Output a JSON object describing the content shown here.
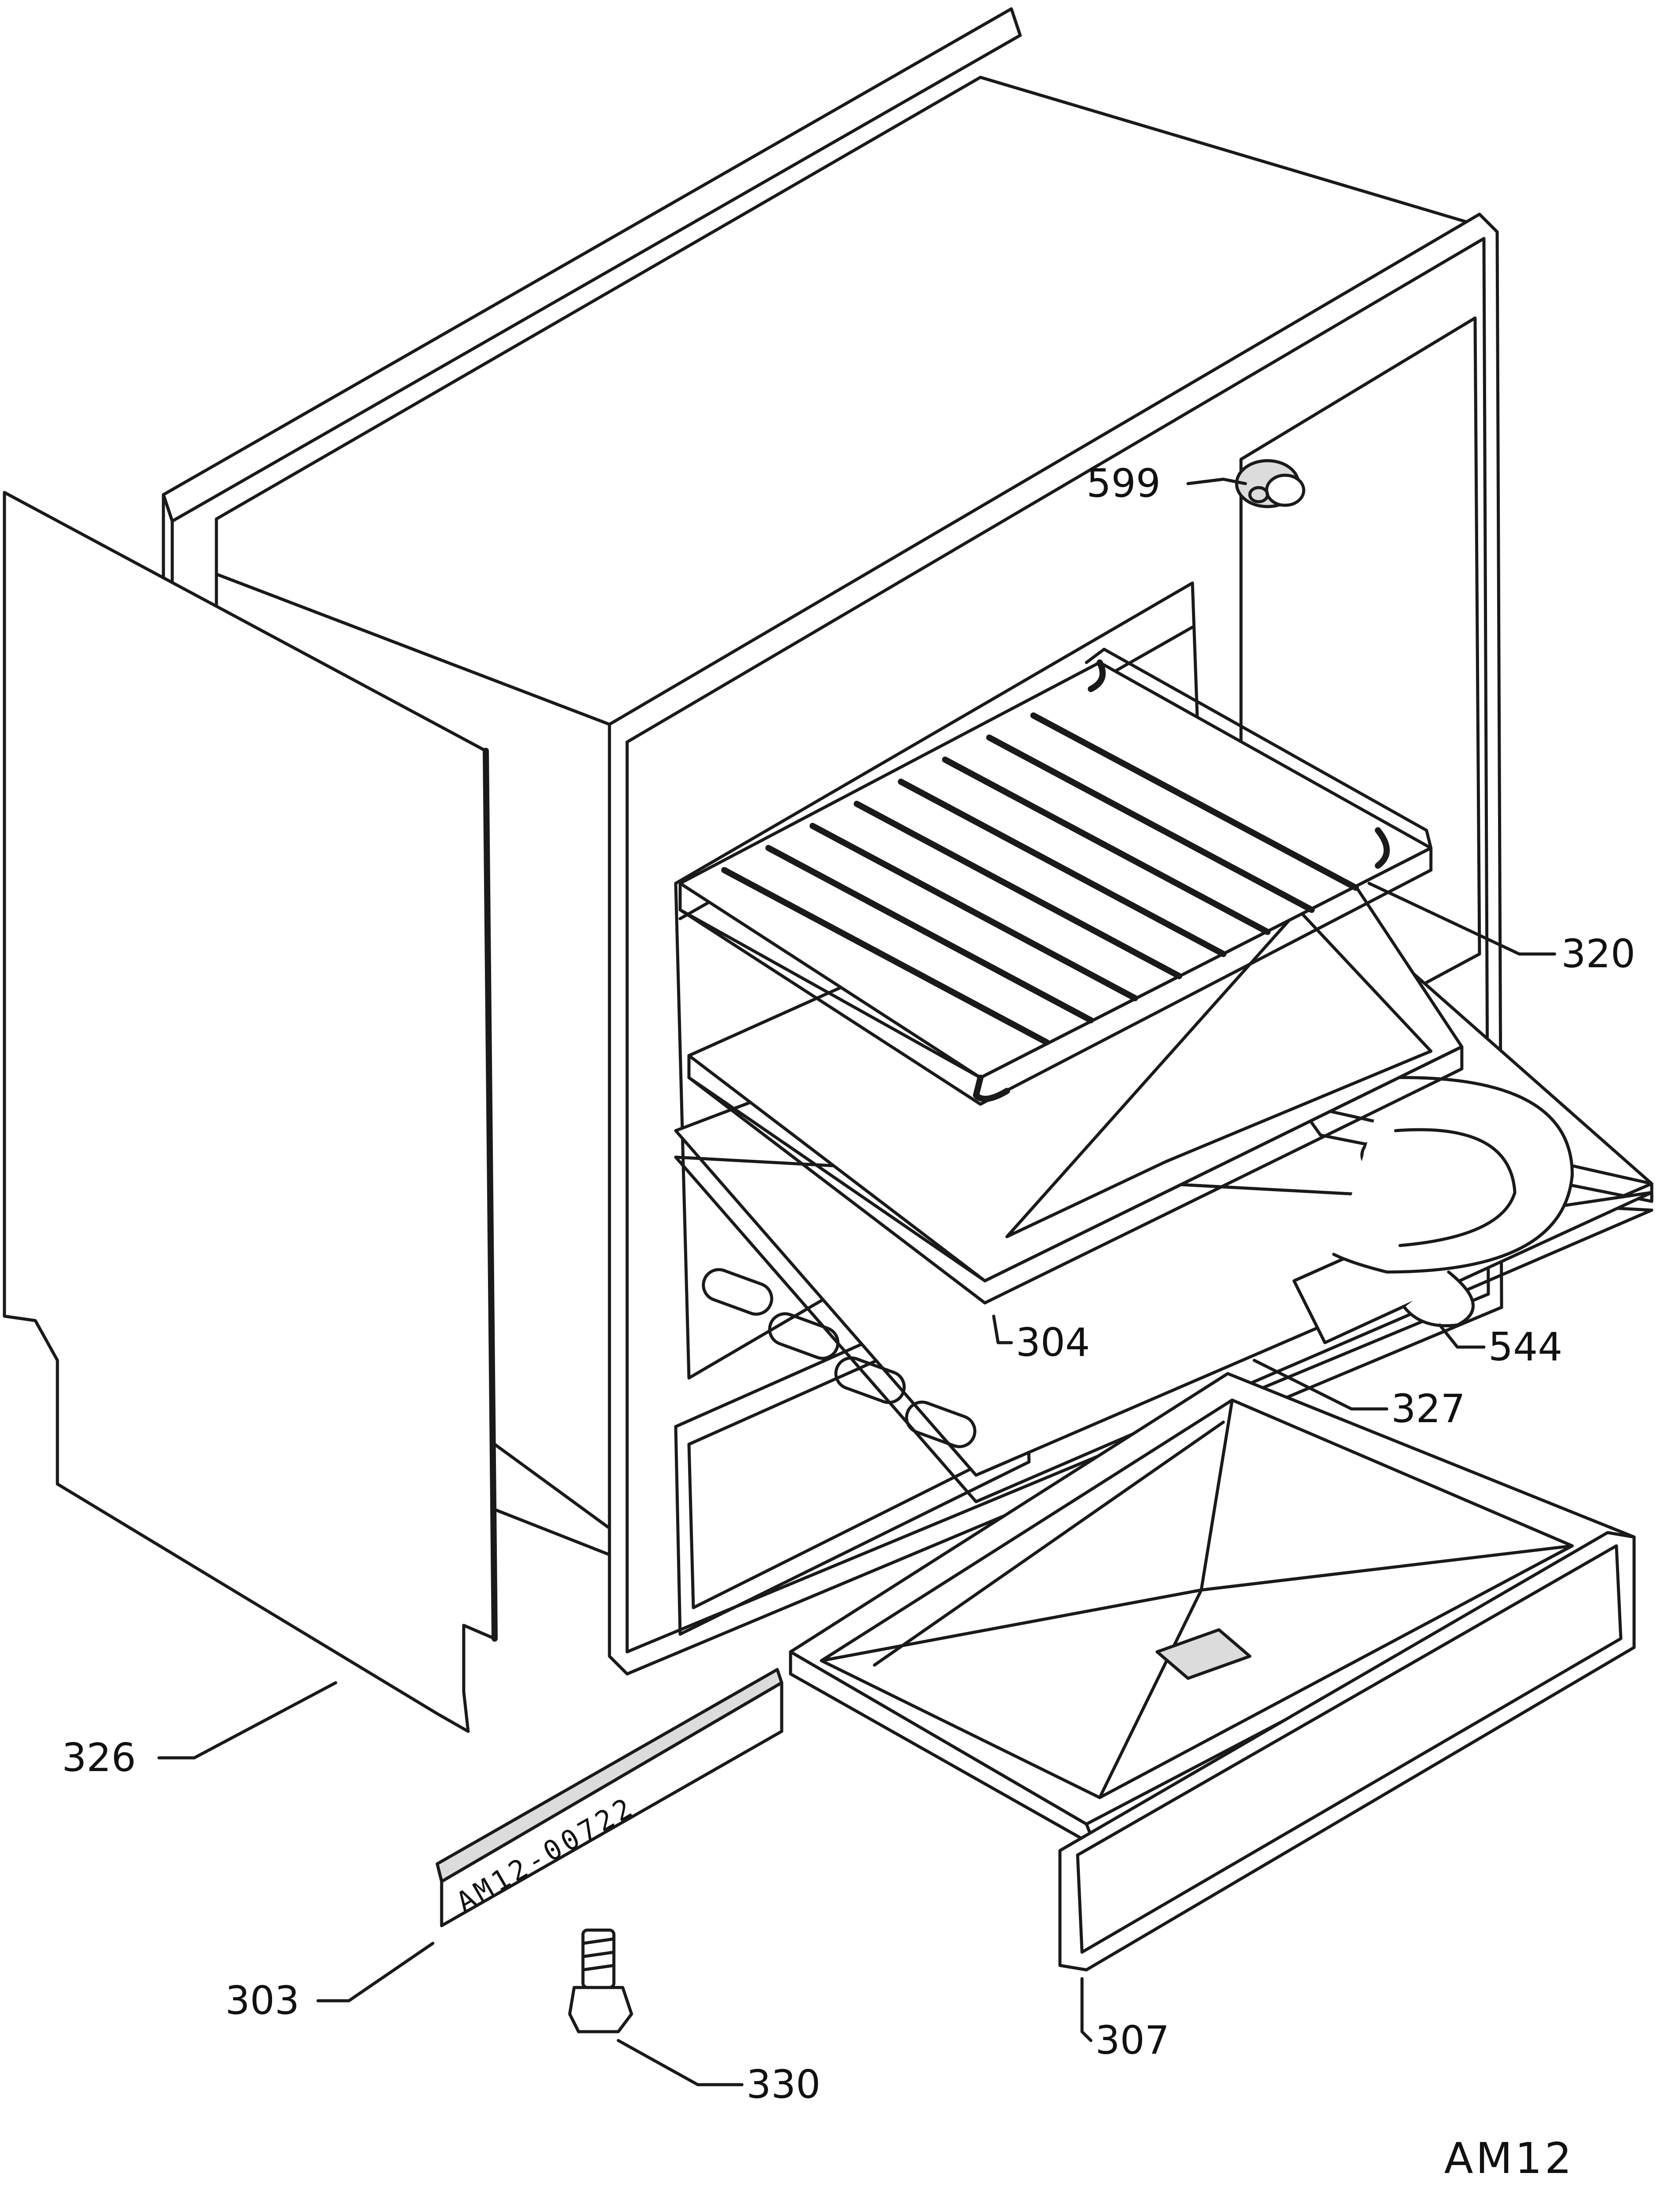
{
  "labels": {
    "p599": "599",
    "p320": "320",
    "p304": "304",
    "p544": "544",
    "p327": "327",
    "p326": "326",
    "p303": "303",
    "p307": "307",
    "p330": "330"
  },
  "stamp": "AM12-00722",
  "drawing_code": "AM12"
}
